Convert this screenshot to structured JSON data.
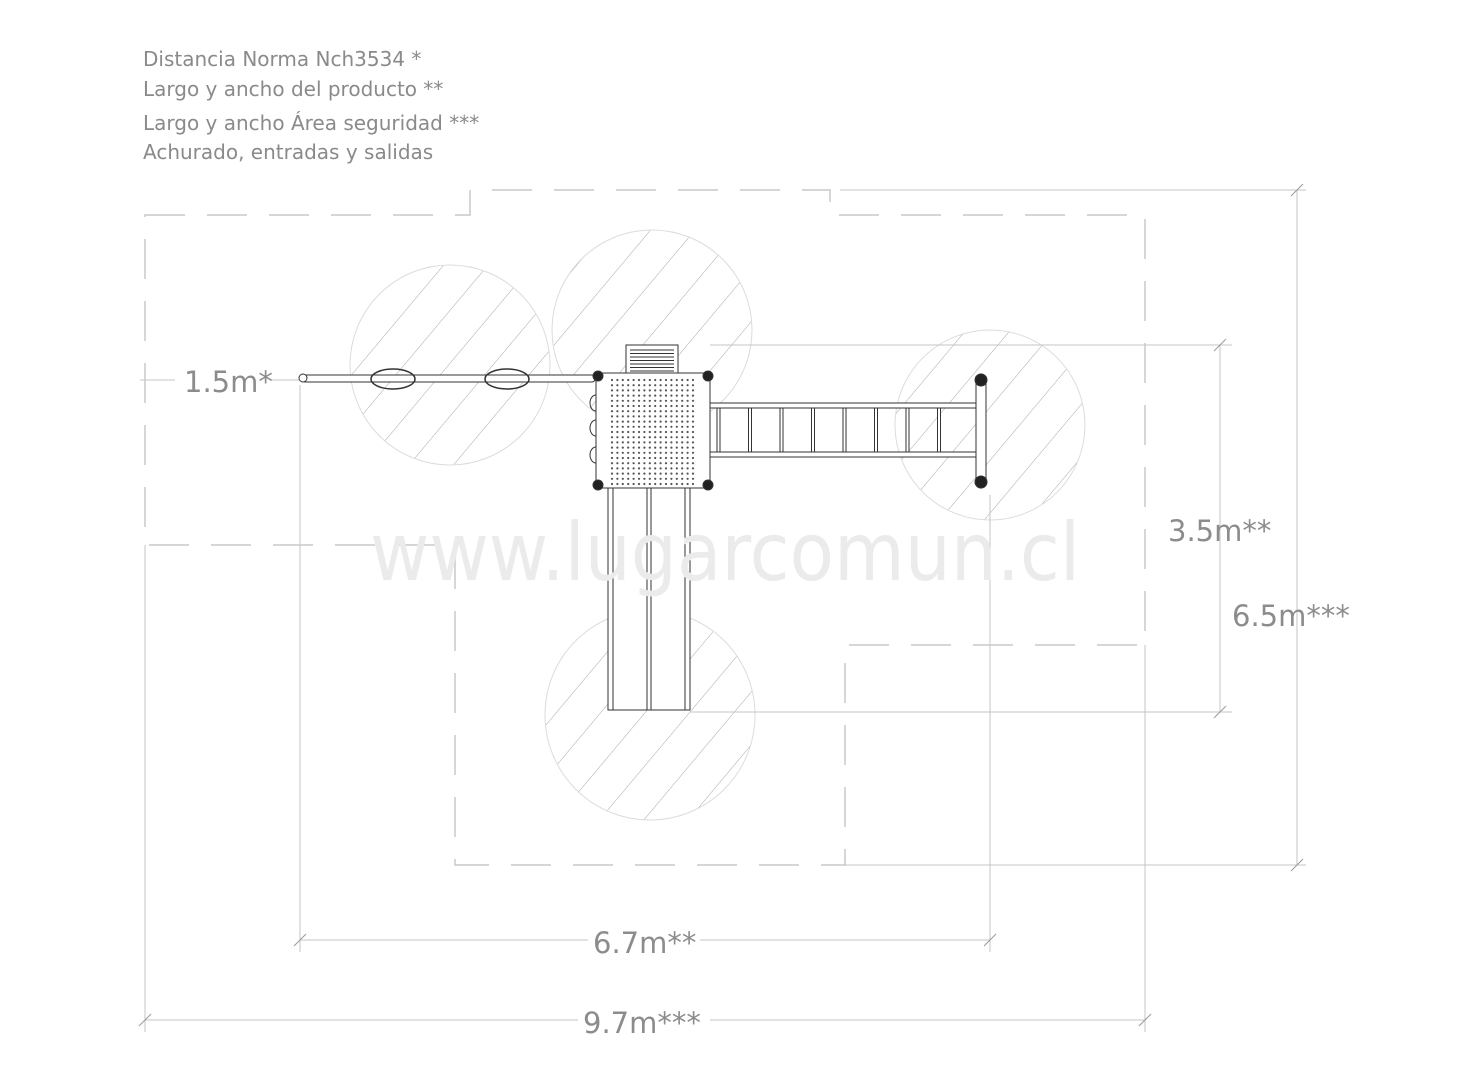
{
  "legend": [
    "Distancia Norma Nch3534 *",
    "Largo y ancho del producto **",
    "Largo y ancho Área seguridad ***",
    "Achurado, entradas y salidas"
  ],
  "watermark": "www.lugarcomun.cl",
  "dimensions": {
    "norm_distance": "1.5m*",
    "product_width": "3.5m**",
    "safety_width": "6.5m***",
    "product_length": "6.7m**",
    "safety_length": "9.7m***"
  },
  "colors": {
    "text": "#8a8a8a",
    "lines": "#cccccc",
    "structure": "#333333",
    "watermark": "#ebebeb"
  }
}
